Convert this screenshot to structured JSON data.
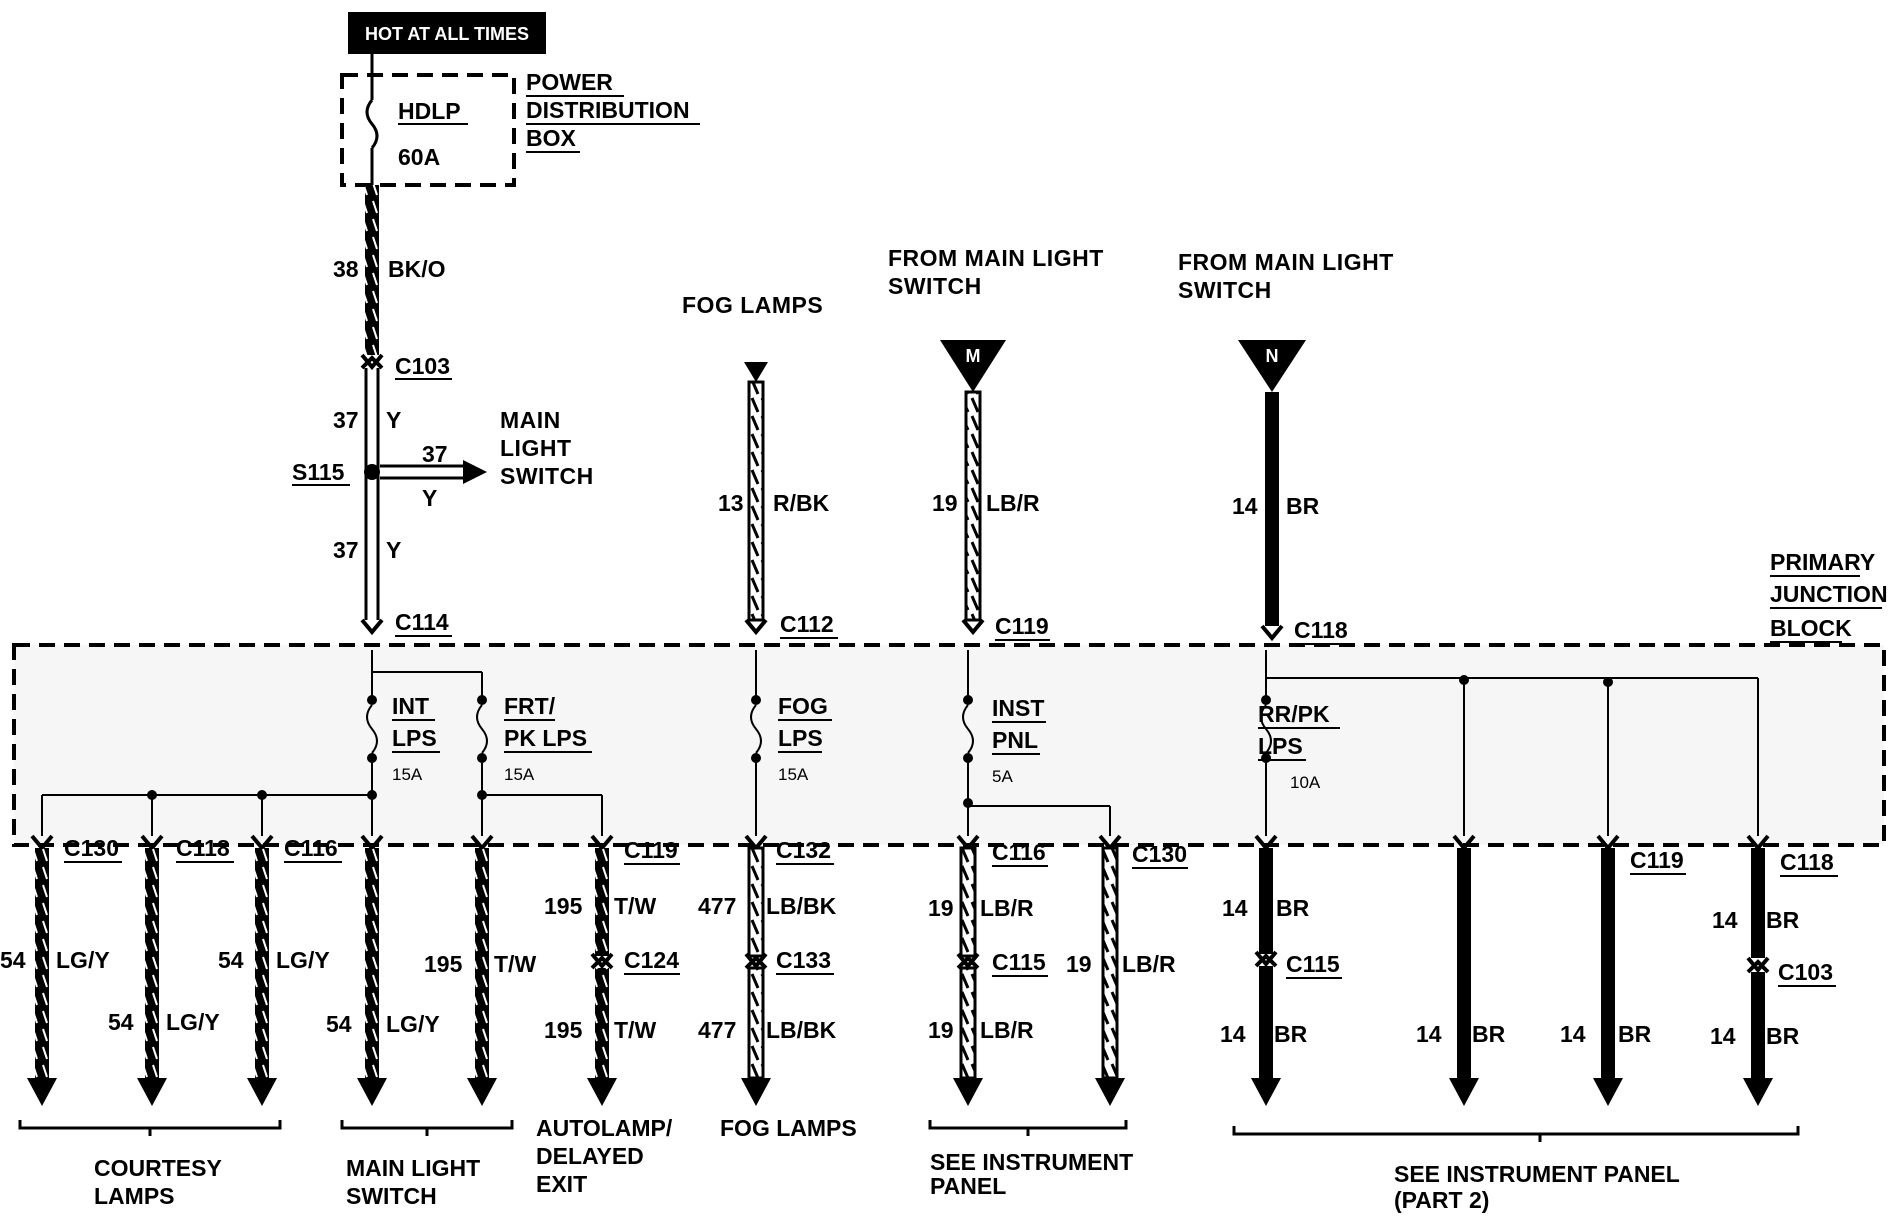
{
  "header": {
    "hot_label": "HOT AT ALL TIMES"
  },
  "power_box": {
    "title_lines": [
      "POWER",
      "DISTRIBUTION",
      "BOX"
    ],
    "fuse_name": "HDLP",
    "fuse_rating": "60A"
  },
  "junction_block": {
    "title_lines": [
      "PRIMARY",
      "JUNCTION",
      "BLOCK"
    ]
  },
  "sources": {
    "fog_lamps": "FOG LAMPS",
    "from_main_light_switch_lines": [
      "FROM MAIN LIGHT",
      "SWITCH"
    ],
    "marker_m": "M",
    "marker_n": "N"
  },
  "splice": {
    "name": "S115",
    "branch_circuit": "37",
    "branch_color": "Y",
    "dest_lines": [
      "MAIN",
      "LIGHT",
      "SWITCH"
    ]
  },
  "connectors": {
    "c103": "C103",
    "c114": "C114",
    "c112": "C112",
    "c119": "C119",
    "c118": "C118",
    "c130": "C130",
    "c116": "C116",
    "c132": "C132",
    "c124": "C124",
    "c133": "C133",
    "c115": "C115"
  },
  "wires": {
    "w38": "38",
    "bk_o": "BK/O",
    "w37": "37",
    "y": "Y",
    "w13": "13",
    "r_bk": "R/BK",
    "w19": "19",
    "lb_r": "LB/R",
    "w14": "14",
    "br": "BR",
    "w54": "54",
    "lg_y": "LG/Y",
    "w195": "195",
    "t_w": "T/W",
    "w477": "477",
    "lb_bk": "LB/BK"
  },
  "fuses": {
    "int_lps": [
      "INT",
      "LPS"
    ],
    "int_rating": "15A",
    "frt_pk_lps": [
      "FRT/",
      "PK LPS"
    ],
    "frt_rating": "15A",
    "fog_lps": [
      "FOG",
      "LPS"
    ],
    "fog_rating": "15A",
    "inst_pnl": [
      "INST",
      "PNL"
    ],
    "inst_rating": "5A",
    "rr_pk_lps": [
      "RR/PK",
      "LPS"
    ],
    "rr_rating": "10A"
  },
  "destinations": {
    "courtesy_lamps": [
      "COURTESY",
      "LAMPS"
    ],
    "main_light_switch": [
      "MAIN LIGHT",
      "SWITCH"
    ],
    "autolamp": [
      "AUTOLAMP/",
      "DELAYED",
      "EXIT"
    ],
    "fog_lamps": "FOG LAMPS",
    "see_instrument_panel": [
      "SEE INSTRUMENT",
      "PANEL"
    ],
    "see_instrument_panel_part2": [
      "SEE INSTRUMENT PANEL",
      "(PART 2)"
    ]
  }
}
